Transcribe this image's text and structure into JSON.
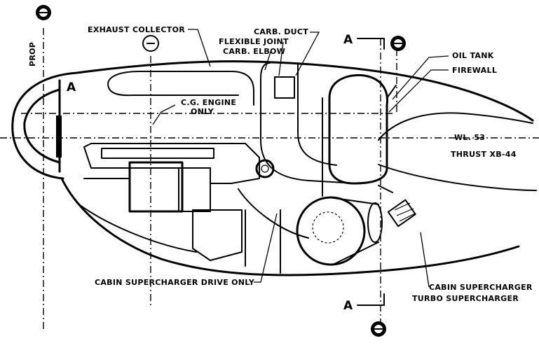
{
  "labels": {
    "exhaust_collector": "EXHAUST COLLECTOR",
    "carb_duct": "CARB. DUCT",
    "flexible_joint": "FLEXIBLE JOINT",
    "carb_elbow": "CARB. ELBOW",
    "oil_tank": "OIL TANK",
    "firewall": "FIREWALL",
    "cg_engine_line1": "C.G. ENGINE",
    "cg_engine_line2": "ONLY",
    "wl": "WL. 53",
    "thrust": "THRUST XB-44",
    "prop": "PROP",
    "section_a_top": "A",
    "section_a_bottom": "A",
    "section_a_nose": "A",
    "cabin_drive": "CABIN SUPERCHARGER DRIVE ONLY",
    "cabin_supercharger": "CABIN SUPERCHARGER",
    "turbo_supercharger": "TURBO SUPERCHARGER"
  }
}
